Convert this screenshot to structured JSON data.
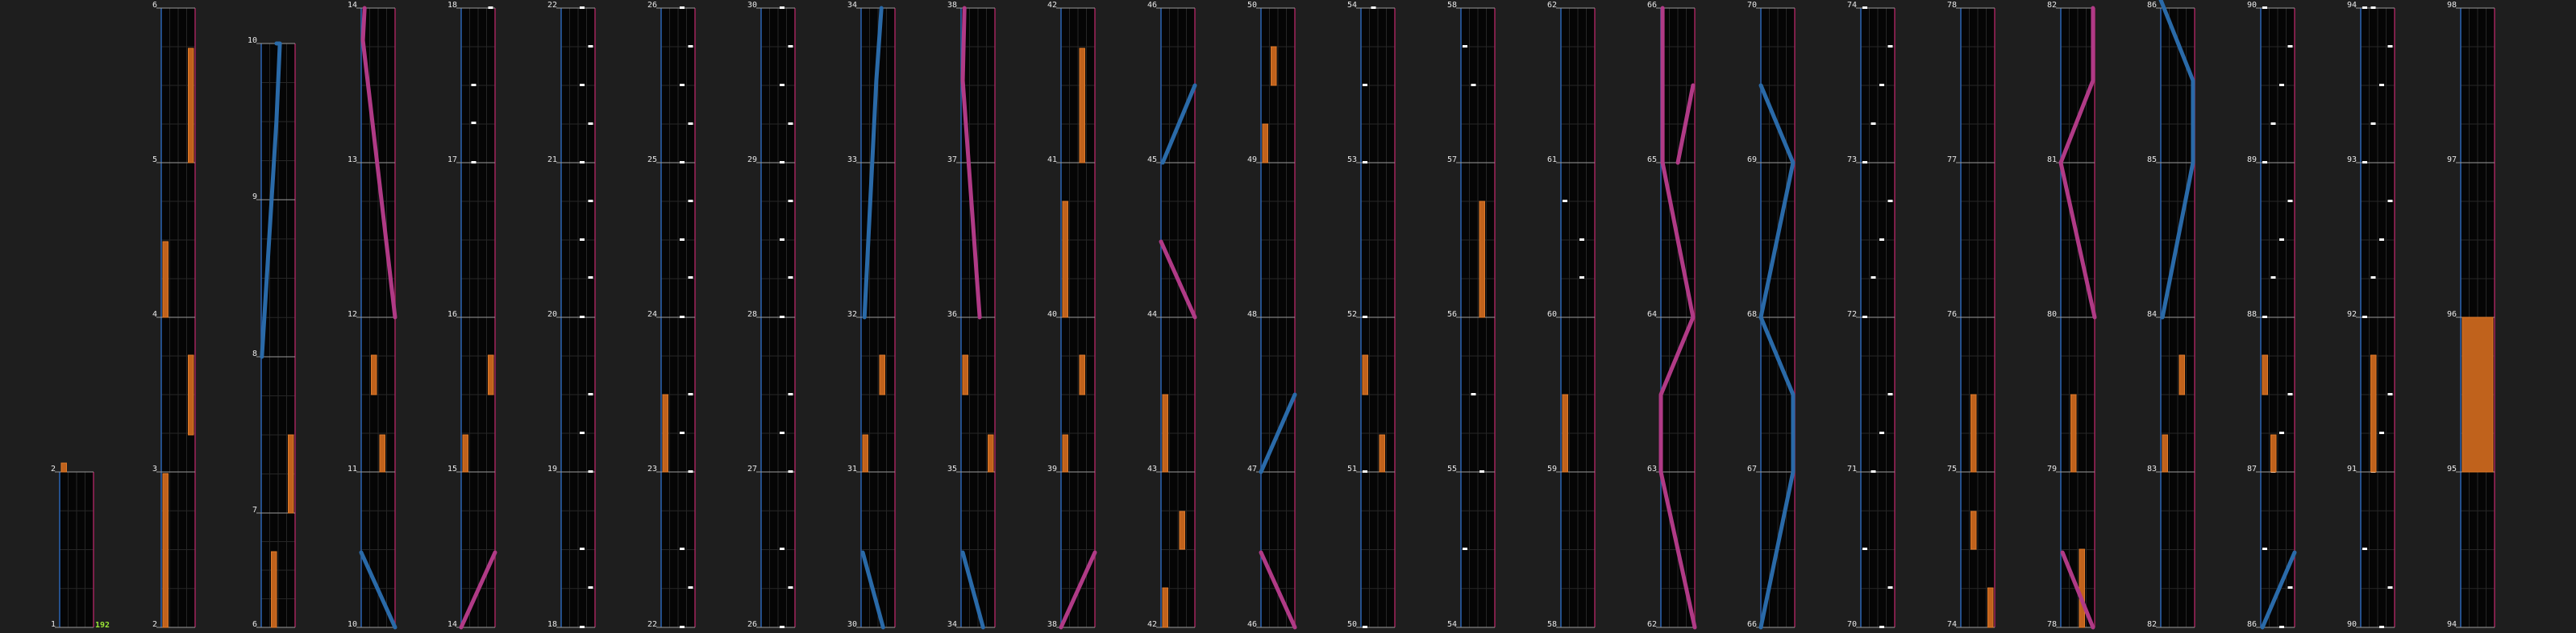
{
  "app": {
    "background": "#1e1e1e",
    "lane_background": "#050505",
    "grid_color": "#262626",
    "left_rail_color": "#2a64b4",
    "right_rail_color": "#a0245c",
    "measure_line_color": "#9a9a9a",
    "label_color": "#e8e8e8"
  },
  "combo": {
    "value": "192",
    "color": "#9be536"
  },
  "note_colors": {
    "tap": "#ffffff",
    "hold": "#c0621c",
    "hold_edge": "#e07a2a",
    "slide_left": "#2a6aa8",
    "slide_right": "#b03a86"
  },
  "columns": [
    {
      "measures": [
        "1",
        "2"
      ],
      "boundaries_show": true
    },
    {
      "measures": [
        "2",
        "3",
        "4",
        "5",
        "6"
      ]
    },
    {
      "measures": [
        "6",
        "7",
        "8",
        "9",
        "10"
      ]
    },
    {
      "measures": [
        "10",
        "11",
        "12",
        "13",
        "14"
      ]
    },
    {
      "measures": [
        "14",
        "15",
        "16",
        "17",
        "18"
      ]
    },
    {
      "measures": [
        "18",
        "19",
        "20",
        "21",
        "22"
      ]
    },
    {
      "measures": [
        "22",
        "23",
        "24",
        "25",
        "26"
      ]
    },
    {
      "measures": [
        "26",
        "27",
        "28",
        "29",
        "30"
      ]
    },
    {
      "measures": [
        "30",
        "31",
        "32",
        "33",
        "34"
      ]
    },
    {
      "measures": [
        "34",
        "35",
        "36",
        "37",
        "38"
      ]
    },
    {
      "measures": [
        "38",
        "39",
        "40",
        "41",
        "42"
      ]
    },
    {
      "measures": [
        "42",
        "43",
        "44",
        "45",
        "46"
      ]
    },
    {
      "measures": [
        "46",
        "47",
        "48",
        "49",
        "50"
      ]
    },
    {
      "measures": [
        "50",
        "51",
        "52",
        "53",
        "54"
      ]
    },
    {
      "measures": [
        "54",
        "55",
        "56",
        "57",
        "58"
      ]
    },
    {
      "measures": [
        "58",
        "59",
        "60",
        "61",
        "62"
      ]
    },
    {
      "measures": [
        "62",
        "63",
        "64",
        "65",
        "66"
      ]
    },
    {
      "measures": [
        "66",
        "67",
        "68",
        "69",
        "70"
      ]
    },
    {
      "measures": [
        "70",
        "71",
        "72",
        "73",
        "74"
      ]
    },
    {
      "measures": [
        "74",
        "75",
        "76",
        "77",
        "78"
      ]
    },
    {
      "measures": [
        "78",
        "79",
        "80",
        "81",
        "82"
      ]
    },
    {
      "measures": [
        "82",
        "83",
        "84",
        "85",
        "86"
      ]
    },
    {
      "measures": [
        "86",
        "87",
        "88",
        "89",
        "90"
      ]
    },
    {
      "measures": [
        "90",
        "91",
        "92",
        "93",
        "94"
      ]
    },
    {
      "measures": [
        "94",
        "95",
        "96",
        "97",
        "98"
      ]
    }
  ]
}
